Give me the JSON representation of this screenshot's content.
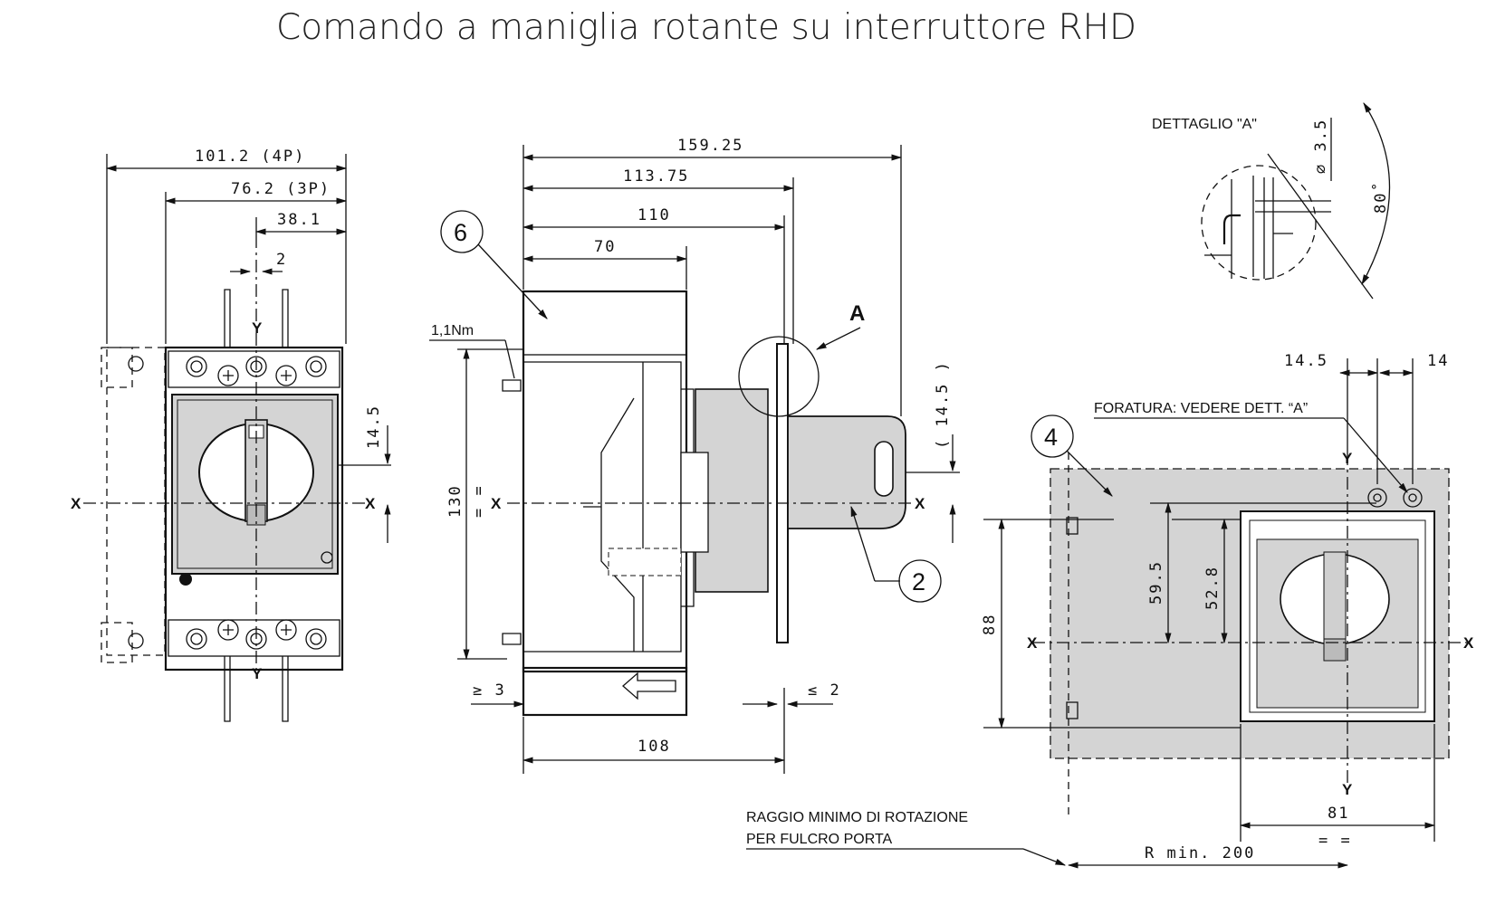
{
  "title": "Comando a maniglia rotante su interruttore RHD",
  "front_view": {
    "dims": {
      "width_4p": "101.2 (4P)",
      "width_3p": "76.2 (3P)",
      "half": "38.1",
      "offset": "2",
      "vertical": "14.5"
    },
    "axes": {
      "x_left": "X",
      "x_right": "X",
      "y_top": "Y",
      "y_bottom": "Y"
    }
  },
  "side_view": {
    "dims": {
      "total": "159.25",
      "d113": "113.75",
      "d110": "110",
      "d70": "70",
      "height": "130",
      "height_eq": "= =",
      "torque": "1,1Nm",
      "min_gap": "≥ 3",
      "max_gap": "≤ 2",
      "depth": "108",
      "paren": "( 14.5 )"
    },
    "callouts": {
      "item6": "6",
      "item2": "2",
      "detail": "A"
    },
    "axes": {
      "x_left": "X",
      "x_right": "X"
    }
  },
  "detail_a": {
    "label": "DETTAGLIO \"A\"",
    "diameter": "⌀ 3.5",
    "angle": "80˚"
  },
  "drilling_view": {
    "note": "FORATURA: VEDERE DETT. “A”",
    "callout": "4",
    "dims": {
      "left_offset": "14.5",
      "right_offset": "14",
      "d59": "59.5",
      "d52": "52.8",
      "d88": "88",
      "d81": "81",
      "eq": "= =",
      "radius": "R min. 200"
    },
    "axes": {
      "x_left": "X",
      "x_right": "X",
      "y_top": "Y",
      "y_bottom": "Y"
    },
    "radius_note_line1": "RAGGIO MINIMO DI ROTAZIONE",
    "radius_note_line2": "PER FULCRO PORTA"
  }
}
